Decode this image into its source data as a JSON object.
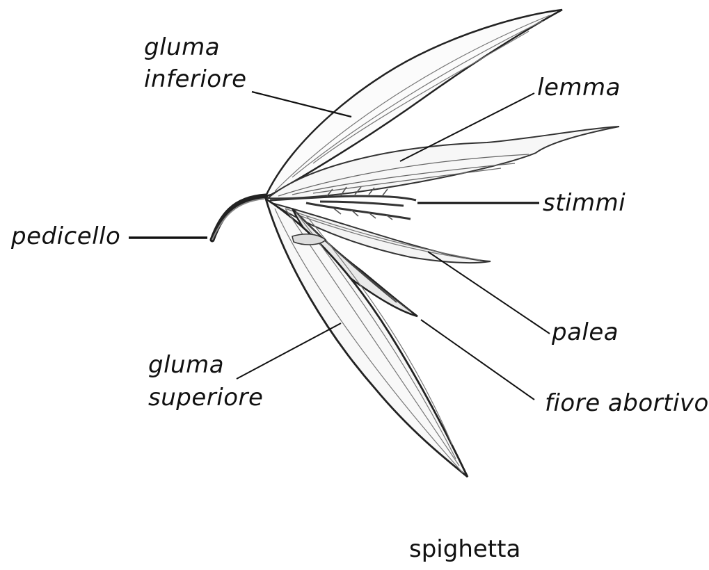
{
  "labels": {
    "gluma_inferiore_1": "gluma",
    "gluma_inferiore_2": "inferiore",
    "lemma": "lemma",
    "stimmi": "stimmi",
    "pedicello": "pedicello",
    "palea": "palea",
    "gluma_superiore_1": "gluma",
    "gluma_superiore_2": "superiore",
    "fiore_abortivo": "fiore abortivo"
  },
  "caption": "spighetta",
  "colors": {
    "ink": "#111111",
    "background": "#ffffff"
  }
}
